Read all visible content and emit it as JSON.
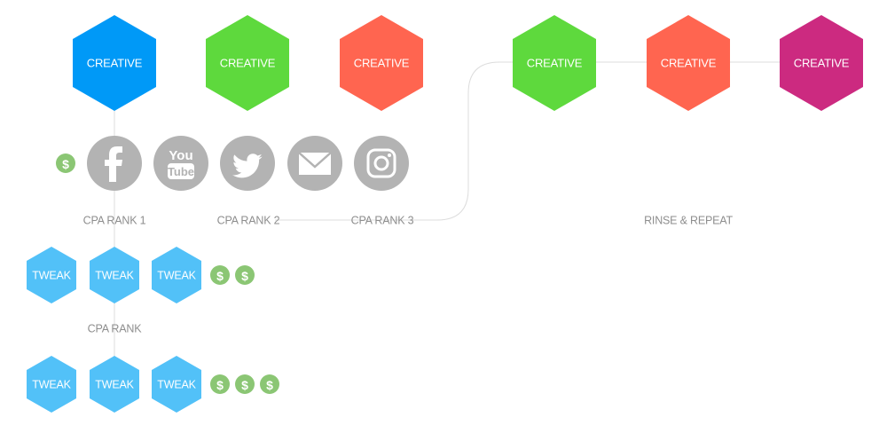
{
  "colors": {
    "blue": "#0099f7",
    "green": "#5ed93d",
    "coral": "#ff6550",
    "magenta": "#cc2a80",
    "light_blue": "#52c1f8",
    "gray_icon": "#b3b3b3",
    "dollar_green": "#8bc674",
    "line": "#dcdcdc",
    "label_gray": "#8e8e8e"
  },
  "creatives": [
    {
      "label": "CREATIVE",
      "color": "blue"
    },
    {
      "label": "CREATIVE",
      "color": "green"
    },
    {
      "label": "CREATIVE",
      "color": "coral"
    },
    {
      "label": "CREATIVE",
      "color": "green"
    },
    {
      "label": "CREATIVE",
      "color": "coral"
    },
    {
      "label": "CREATIVE",
      "color": "magenta"
    }
  ],
  "channels": [
    {
      "icon": "facebook-icon"
    },
    {
      "icon": "youtube-icon",
      "text_top": "You",
      "text_bottom": "Tube"
    },
    {
      "icon": "twitter-icon"
    },
    {
      "icon": "mail-icon"
    },
    {
      "icon": "instagram-icon"
    }
  ],
  "channel_dollar": "$",
  "ranks": [
    "CPA RANK 1",
    "CPA RANK 2",
    "CPA RANK 3"
  ],
  "rinse_label": "RINSE & REPEAT",
  "mid_rank_label": "CPA RANK",
  "tweak_rows": [
    {
      "labels": [
        "TWEAK",
        "TWEAK",
        "TWEAK"
      ],
      "dollars": [
        "$",
        "$"
      ]
    },
    {
      "labels": [
        "TWEAK",
        "TWEAK",
        "TWEAK"
      ],
      "dollars": [
        "$",
        "$",
        "$"
      ]
    }
  ]
}
